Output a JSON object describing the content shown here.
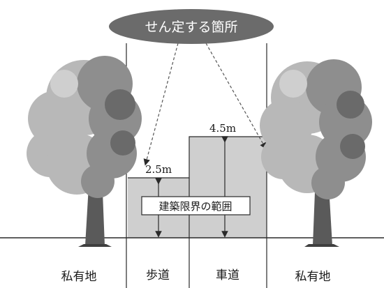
{
  "callout": {
    "text": "せん定する箇所"
  },
  "dims": {
    "sidewalk_height": "2.5m",
    "roadway_height": "4.5m"
  },
  "clearance_label": "建築限界の範囲",
  "ground_labels": {
    "left_private": "私有地",
    "sidewalk": "歩道",
    "roadway": "車道",
    "right_private": "私有地"
  },
  "colors": {
    "callout_fill": "#6b6b6b",
    "clearance_fill": "#cfcfcf",
    "line": "#2a2a2a",
    "tree_light": "#b8b8b8",
    "tree_mid": "#8e8e8e",
    "tree_dark": "#6a6a6a",
    "trunk": "#5a5a5a"
  }
}
